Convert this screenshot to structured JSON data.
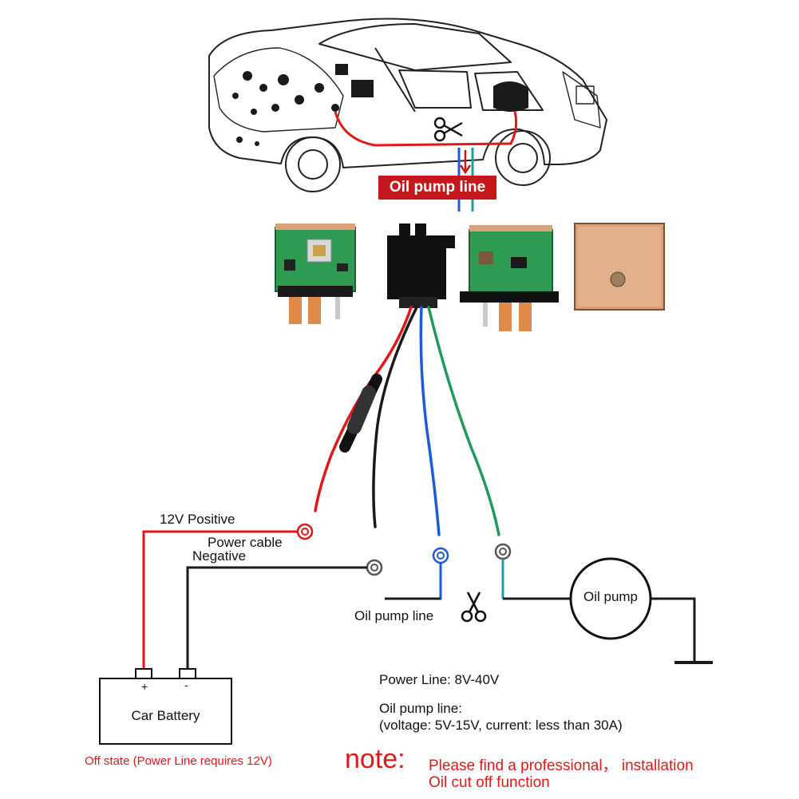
{
  "car": {
    "callout_label": "Oil pump line"
  },
  "wiring": {
    "positive_label": "12V Positive",
    "power_cable_label": "Power cable",
    "negative_label": "Negative",
    "oil_pump_line_label": "Oil pump line",
    "oil_pump_label": "Oil pump"
  },
  "battery": {
    "label": "Car Battery",
    "plus": "+",
    "minus": "-"
  },
  "specs": {
    "power_line": "Power Line: 8V-40V",
    "oil_pump_line_title": "Oil pump line:",
    "oil_pump_line_detail": "(voltage: 5V-15V, current: less than 30A)"
  },
  "notes": {
    "off_state": "Off state (Power Line requires 12V)",
    "note_label": "note:",
    "note_line1": "Please find a professional， installation",
    "note_line2": "Oil cut off function"
  },
  "colors": {
    "red_wire": "#e01818",
    "black_wire": "#1a1a1a",
    "blue_wire": "#1e5bd6",
    "green_wire": "#1f9a5a",
    "banner": "#c4181c",
    "pcb_green": "#2f9a52"
  }
}
